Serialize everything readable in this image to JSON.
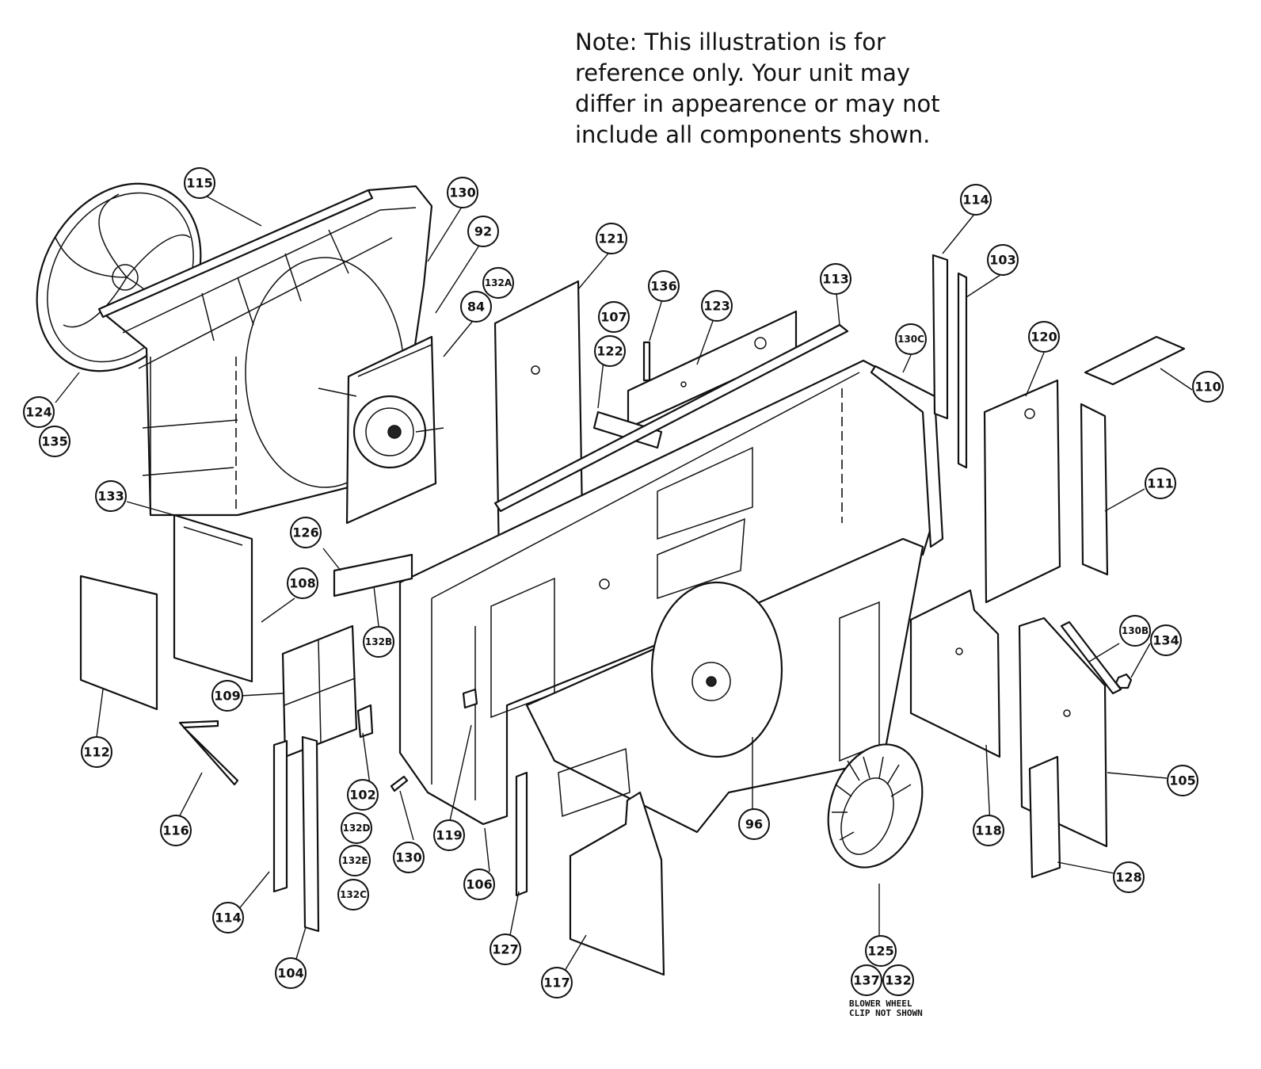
{
  "note": {
    "lines": [
      "Note: This illustration is for",
      "reference only. Your unit may",
      "differ in appearence or may not",
      "include all components shown."
    ]
  },
  "blower_note": {
    "lines": [
      "BLOWER WHEEL",
      "CLIP NOT SHOWN"
    ]
  },
  "callouts": {
    "c115": "115",
    "c130a": "130",
    "c92": "92",
    "c132A": "132A",
    "c84": "84",
    "c121": "121",
    "c136": "136",
    "c107": "107",
    "c122": "122",
    "c123": "123",
    "c113": "113",
    "c114a": "114",
    "c103": "103",
    "c130C": "130C",
    "c120": "120",
    "c110": "110",
    "c124": "124",
    "c135": "135",
    "c111": "111",
    "c133": "133",
    "c126": "126",
    "c108": "108",
    "c132B": "132B",
    "c130B": "130B",
    "c134": "134",
    "c109": "109",
    "c112": "112",
    "c102": "102",
    "c132D": "132D",
    "c132E": "132E",
    "c132C": "132C",
    "c116": "116",
    "c130b": "130",
    "c119": "119",
    "c106": "106",
    "c96": "96",
    "c118": "118",
    "c105": "105",
    "c114b": "114",
    "c104": "104",
    "c127": "127",
    "c117": "117",
    "c125": "125",
    "c137": "137",
    "c132": "132",
    "c128": "128"
  }
}
